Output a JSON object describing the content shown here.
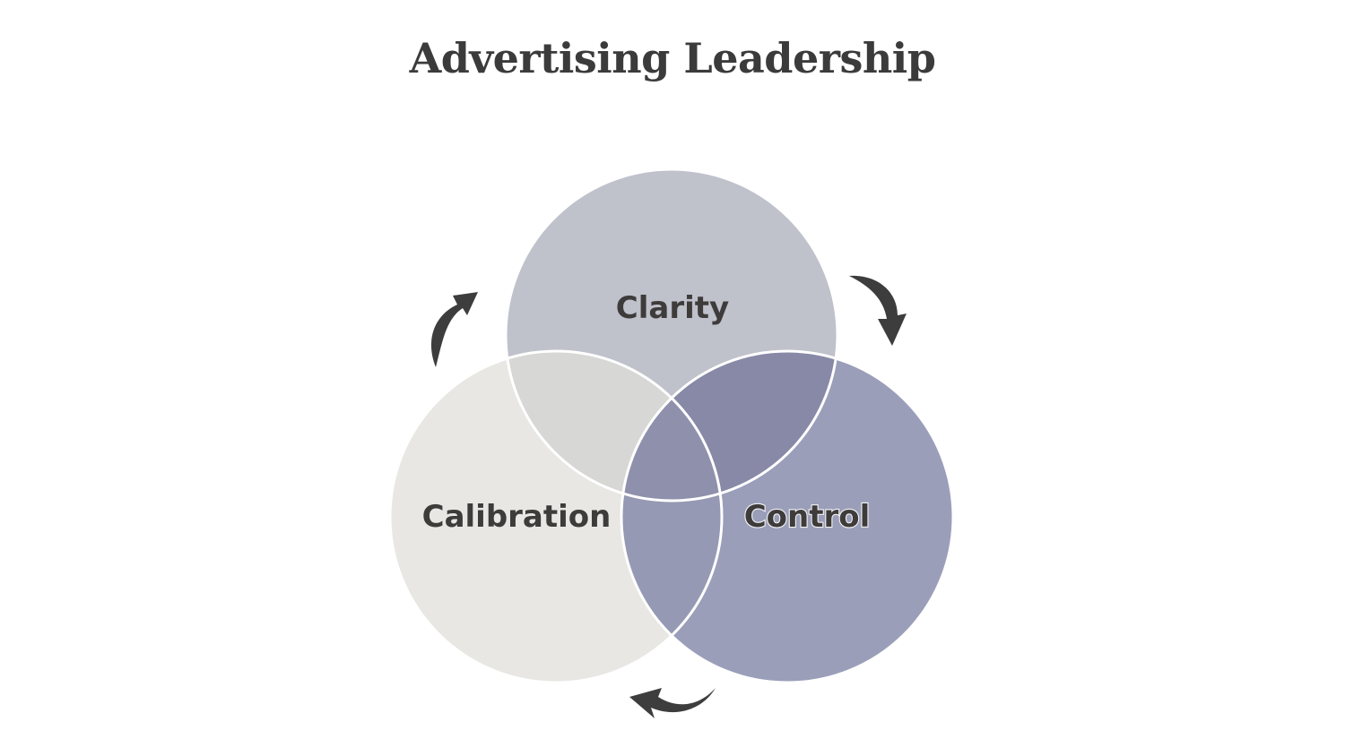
{
  "title": "Advertising Leadership",
  "circles": [
    {
      "id": "clarity",
      "label": "Clarity",
      "color": "#bfc1cb"
    },
    {
      "id": "calibration",
      "label": "Calibration",
      "color": "#e8e7e3"
    },
    {
      "id": "control",
      "label": "Control",
      "color": "#9a9eb9"
    }
  ],
  "overlaps": {
    "clarity_calibration": "#d7d7d6",
    "clarity_control": "#8889a7",
    "calibration_control": "#9599b3",
    "center": "#8e90ac"
  },
  "colors": {
    "outline": "#ffffff",
    "arrow": "#3d3d3d",
    "text": "#3e3b3b"
  },
  "arrows": [
    "curved-arrow-icon",
    "curved-arrow-icon",
    "curved-arrow-icon"
  ]
}
